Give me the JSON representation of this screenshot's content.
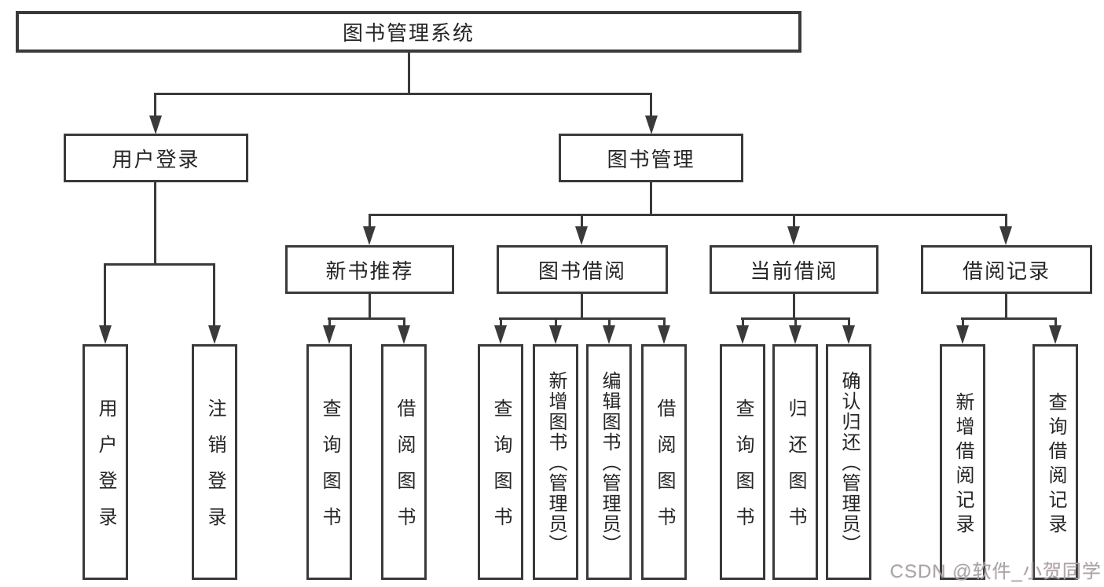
{
  "diagram": {
    "root": {
      "label": "图书管理系统"
    },
    "branches": [
      {
        "label": "用户登录",
        "children": [
          {
            "label": "用户登录"
          },
          {
            "label": "注销登录"
          }
        ]
      },
      {
        "label": "图书管理",
        "children": [
          {
            "label": "新书推荐",
            "children": [
              {
                "label": "查询图书"
              },
              {
                "label": "借阅图书"
              }
            ]
          },
          {
            "label": "图书借阅",
            "children": [
              {
                "label": "查询图书"
              },
              {
                "label": "新增图书（管理员）"
              },
              {
                "label": "编辑图书（管理员）"
              },
              {
                "label": "借阅图书"
              }
            ]
          },
          {
            "label": "当前借阅",
            "children": [
              {
                "label": "查询图书"
              },
              {
                "label": "归还图书"
              },
              {
                "label": "确认归还（管理员）"
              }
            ]
          },
          {
            "label": "借阅记录",
            "children": [
              {
                "label": "新增借阅记录"
              },
              {
                "label": "查询借阅记录"
              }
            ]
          }
        ]
      }
    ]
  },
  "watermark": {
    "label": "CSDN @软件_小贺同学"
  },
  "colors": {
    "line": "#3a3a3a",
    "text": "#252525",
    "watermark": "#a5a5a7"
  }
}
